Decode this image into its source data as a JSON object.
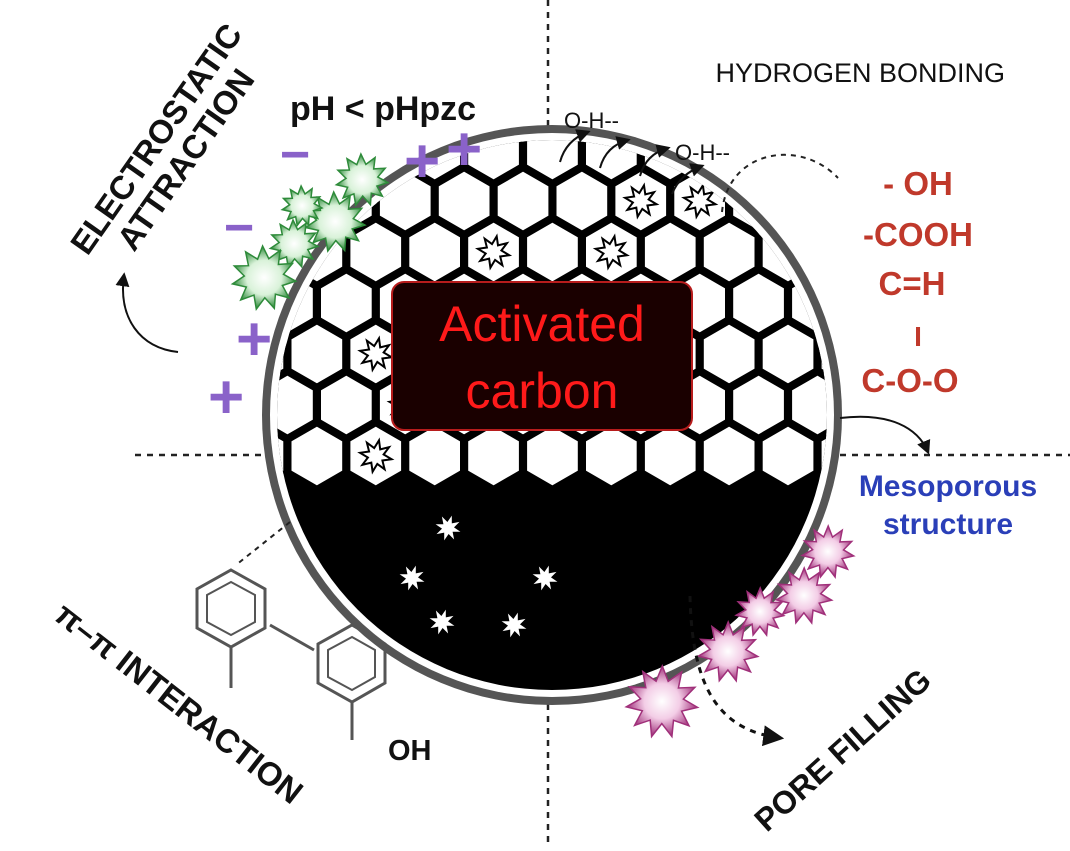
{
  "center_label": {
    "line1": "Activated",
    "line2": "carbon"
  },
  "mechanisms": {
    "electrostatic": {
      "line1": "ELECTROSTATIC",
      "line2": "ATTRACTION"
    },
    "hydrogen": "HYDROGEN BONDING",
    "pi": "π–π INTERACTION",
    "pore": "PORE FILLING"
  },
  "ph_condition": "pH < pHpzc",
  "hbond_labels": [
    "O-H--",
    "O-H--"
  ],
  "functional_groups": [
    "- OH",
    "-COOH",
    "C=H",
    "I",
    "C-O-O"
  ],
  "mesoporous": {
    "line1": "Mesoporous",
    "line2": "structure"
  },
  "oh_label": "OH",
  "charges": {
    "minus": "−",
    "plus": "+"
  },
  "colors": {
    "functional_groups": "#c0392b",
    "mesoporous": "#2a3fb8",
    "charges": "#8a62c9",
    "center_text": "#ff1a1a",
    "center_box": "#1a0000",
    "green_burst": "#2e8b3a",
    "pink_burst": "#a0307a"
  }
}
